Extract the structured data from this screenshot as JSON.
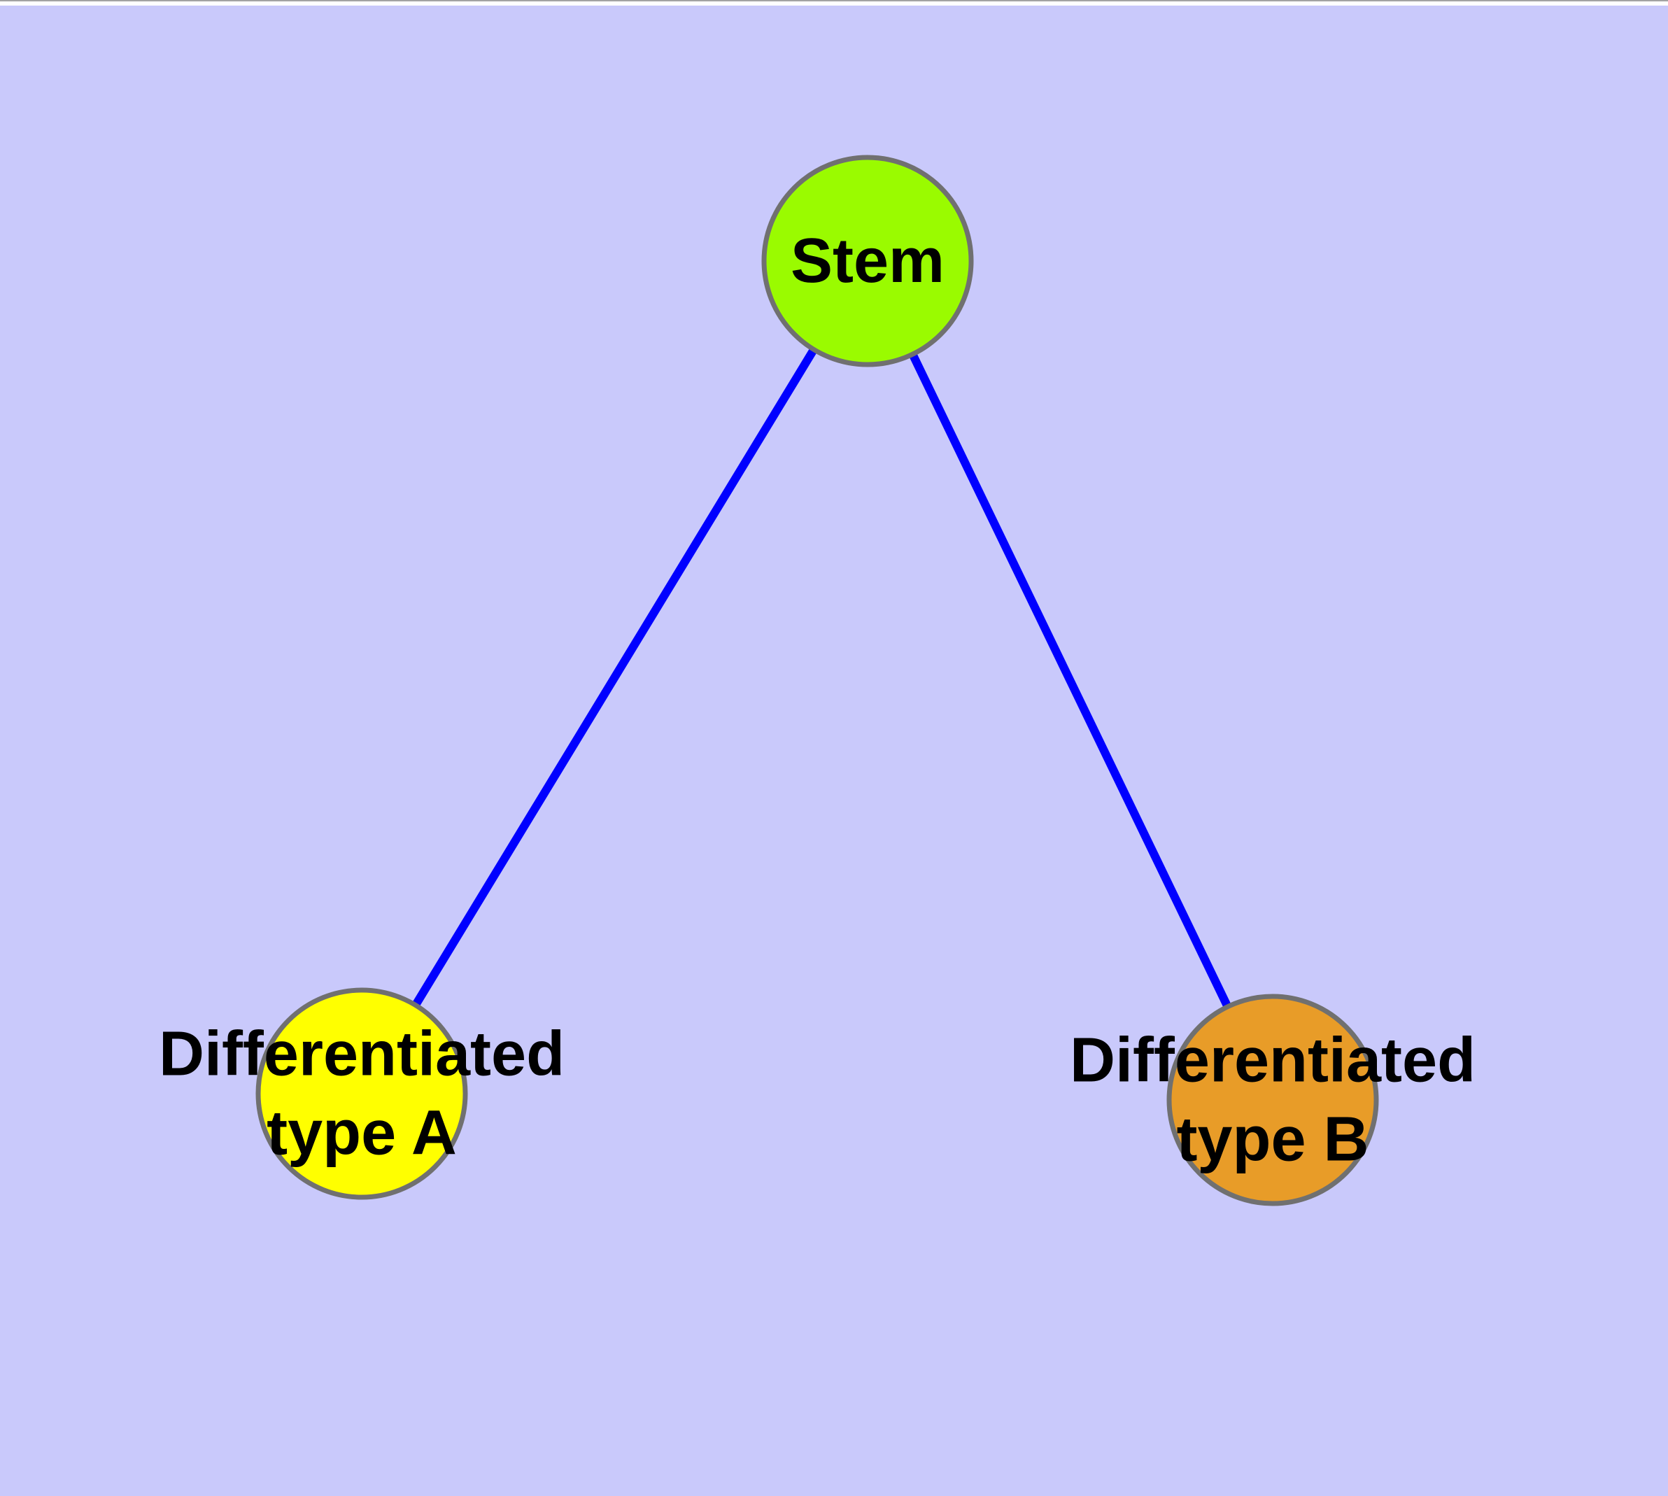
{
  "diagram": {
    "type": "graph",
    "background_color": "#C9C9FB",
    "edge_color": "#0000FF",
    "node_border_color": "#707070",
    "label_color": "#000000",
    "nodes": [
      {
        "id": "stem",
        "label_lines": [
          "Stem"
        ],
        "color": "#9AFB00"
      },
      {
        "id": "type-a",
        "label_lines": [
          "Differentiated",
          "type A"
        ],
        "color": "#FFFF00"
      },
      {
        "id": "type-b",
        "label_lines": [
          "Differentiated",
          "type B"
        ],
        "color": "#E89C28"
      }
    ],
    "edges": [
      {
        "from": "Stem",
        "to": "Differentiated type A"
      },
      {
        "from": "Stem",
        "to": "Differentiated type B"
      }
    ]
  }
}
